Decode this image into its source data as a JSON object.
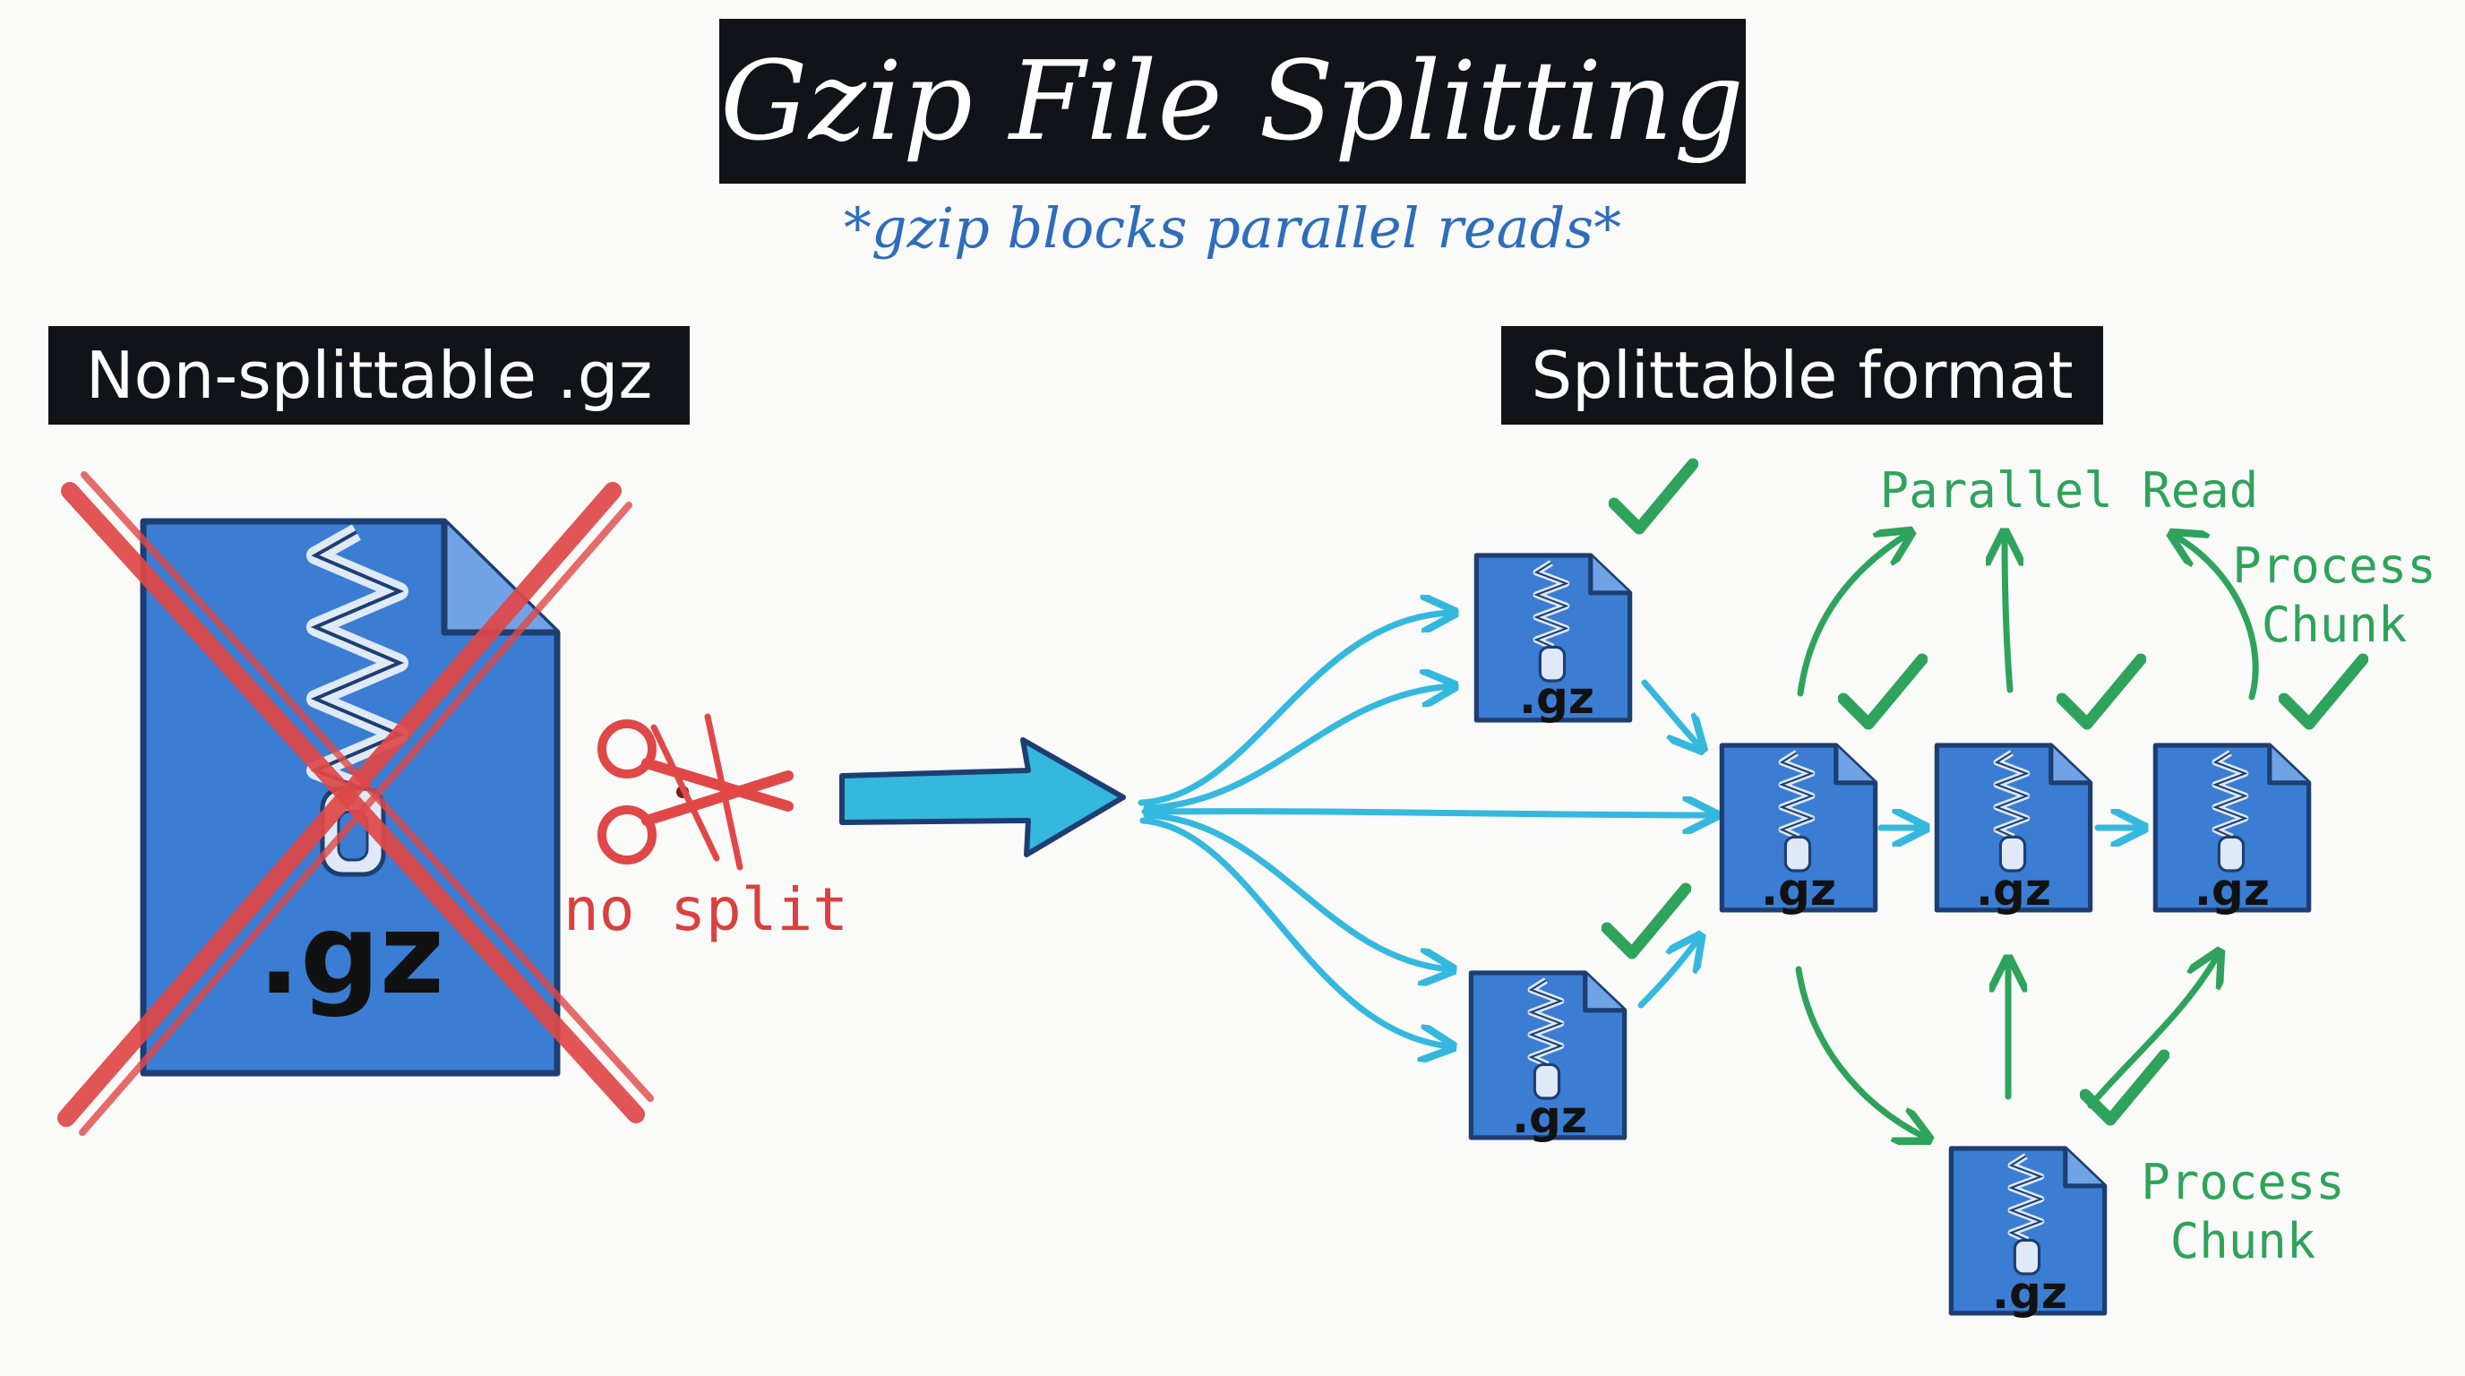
{
  "title": "Gzip File Splitting",
  "subtitle": "*gzip blocks parallel reads*",
  "left_section": {
    "label": "Non-splittable .gz",
    "file_ext": ".gz",
    "no_split_text": "no split"
  },
  "right_section": {
    "label": "Splittable format",
    "file_ext": ".gz",
    "parallel_read_text": "Parallel Read",
    "process_chunk_top": [
      "Process",
      "Chunk"
    ],
    "process_chunk_bottom": [
      "Process",
      "Chunk"
    ]
  },
  "colors": {
    "file_blue": "#3b7dd2",
    "cross_red": "#e04848",
    "arrow_cyan": "#35b8de",
    "check_green": "#2ea35b",
    "label_bg": "#101318"
  },
  "icons": [
    "zip-file-icon",
    "scissors-icon",
    "checkmark-icon",
    "cross-mark-icon"
  ]
}
